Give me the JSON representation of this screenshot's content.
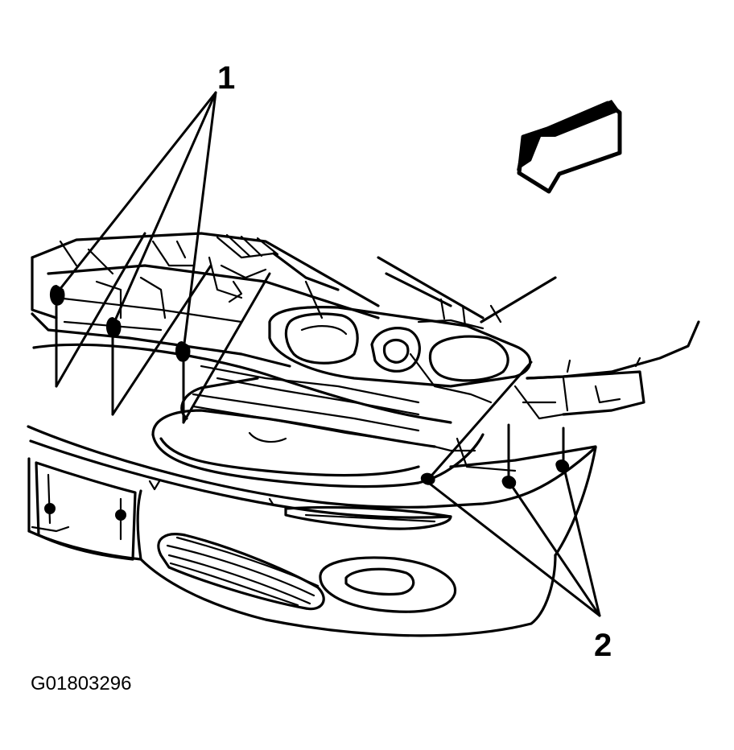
{
  "callouts": {
    "one": "1",
    "two": "2"
  },
  "figure_id": "G01803296",
  "colors": {
    "ink": "#000000",
    "paper": "#ffffff"
  },
  "icons": {
    "direction_arrow": "forward-direction-arrow-icon"
  }
}
